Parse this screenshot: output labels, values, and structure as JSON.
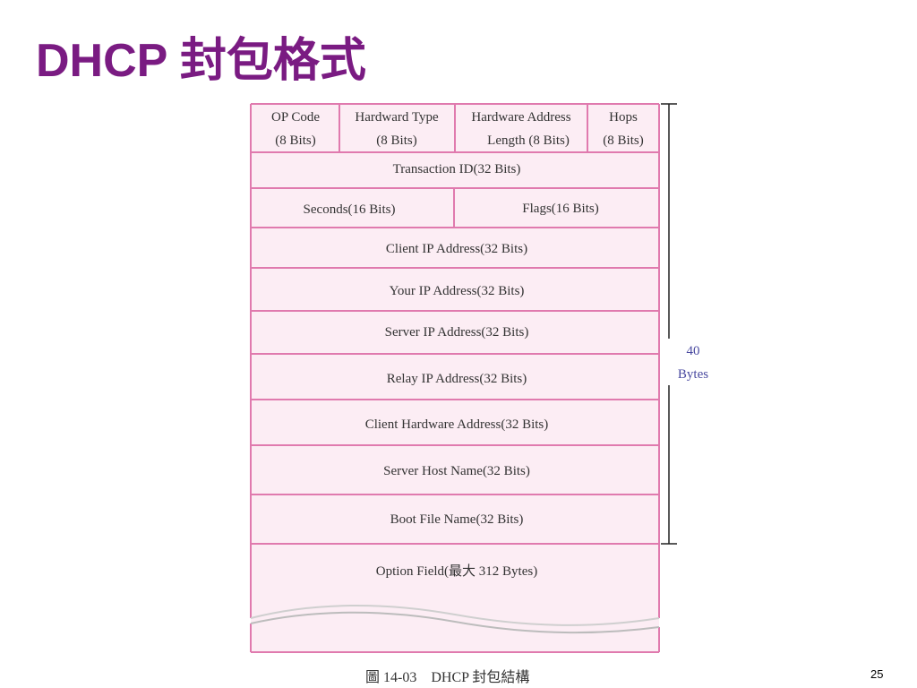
{
  "slide": {
    "title": "DHCP 封包格式",
    "caption": "圖 14-03    DHCP 封包結構",
    "page_number": "25"
  },
  "colors": {
    "title": "#7a1b82",
    "cell_fill": "#fcedf4",
    "cell_border": "#e07aae",
    "bracket_text": "#4a4aa0"
  },
  "packet": {
    "row1": {
      "op_code_name": "OP Code",
      "op_code_bits": "(8 Bits)",
      "hw_type_name": "Hardward Type",
      "hw_type_bits": "(8 Bits)",
      "hw_addr_len_name": "Hardware Address",
      "hw_addr_len_bits": "Length (8 Bits)",
      "hops_name": "Hops",
      "hops_bits": "(8 Bits)"
    },
    "transaction_id": "Transaction ID(32 Bits)",
    "seconds": "Seconds(16 Bits)",
    "flags": "Flags(16 Bits)",
    "client_ip": "Client IP Address(32 Bits)",
    "your_ip": "Your IP Address(32 Bits)",
    "server_ip": "Server IP Address(32 Bits)",
    "relay_ip": "Relay IP Address(32 Bits)",
    "client_hw_addr": "Client Hardware Address(32 Bits)",
    "server_host_name": "Server Host Name(32 Bits)",
    "boot_file_name": "Boot File Name(32 Bits)",
    "option_field": "Option Field(最大 312 Bytes)"
  },
  "bracket": {
    "value": "40",
    "unit": "Bytes"
  }
}
